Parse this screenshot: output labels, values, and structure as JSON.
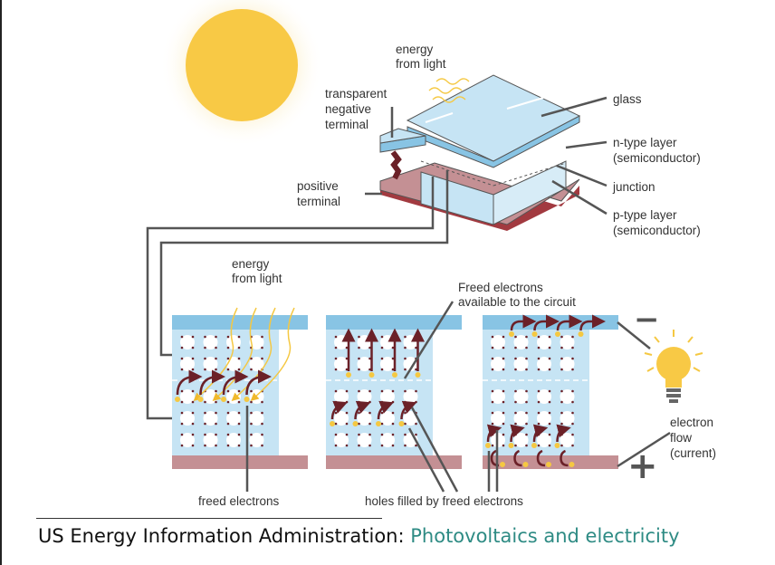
{
  "diagram": {
    "labels": {
      "energy_top": [
        "energy",
        "from light"
      ],
      "transparent_negative_terminal": [
        "transparent",
        "negative",
        "terminal"
      ],
      "positive_terminal": [
        "positive",
        "terminal"
      ],
      "glass": "glass",
      "n_type": [
        "n-type layer",
        "(semiconductor)"
      ],
      "junction": "junction",
      "p_type": [
        "p-type layer",
        "(semiconductor)"
      ],
      "energy_bottom": [
        "energy",
        "from light"
      ],
      "freed_available": [
        "Freed electrons",
        "available to the circuit"
      ],
      "electron_flow": [
        "electron",
        "flow",
        "(current)"
      ],
      "freed_electrons": "freed electrons",
      "holes_filled": "holes filled by freed electrons"
    },
    "symbols": {
      "negative": "−",
      "positive": "+"
    },
    "colors": {
      "sun": "#f8c945",
      "glass": "#c6e4f4",
      "n_layer": "#88c4e4",
      "p_layer": "#c49094",
      "p_edge": "#a23a40",
      "electron": "#f5c842",
      "arrow": "#6b2128",
      "wire": "#555555"
    }
  },
  "caption": {
    "source": "US Energy Information Administration:",
    "link": "Photovoltaics and electricity"
  }
}
